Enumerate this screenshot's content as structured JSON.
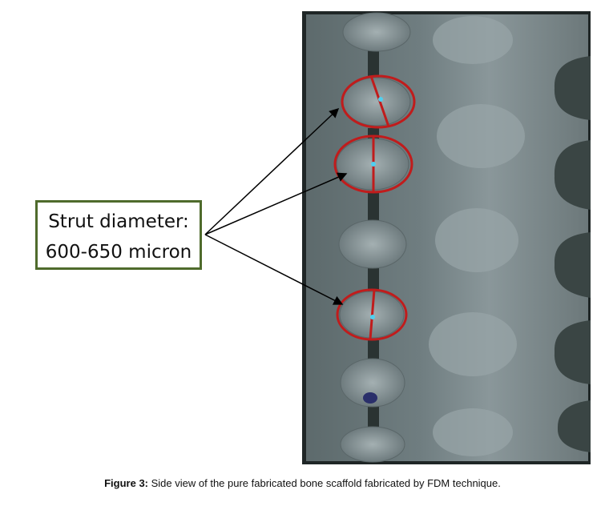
{
  "annotation": {
    "line1": "Strut diameter:",
    "line2": "600-650 micron"
  },
  "caption": {
    "label": "Figure 3:",
    "text": " Side view of the pure fabricated bone scaffold fabricated by FDM technique."
  },
  "colors": {
    "box_border": "#4f6b2c",
    "circle": "#c01c1c",
    "marker": "#4fd0f0"
  }
}
